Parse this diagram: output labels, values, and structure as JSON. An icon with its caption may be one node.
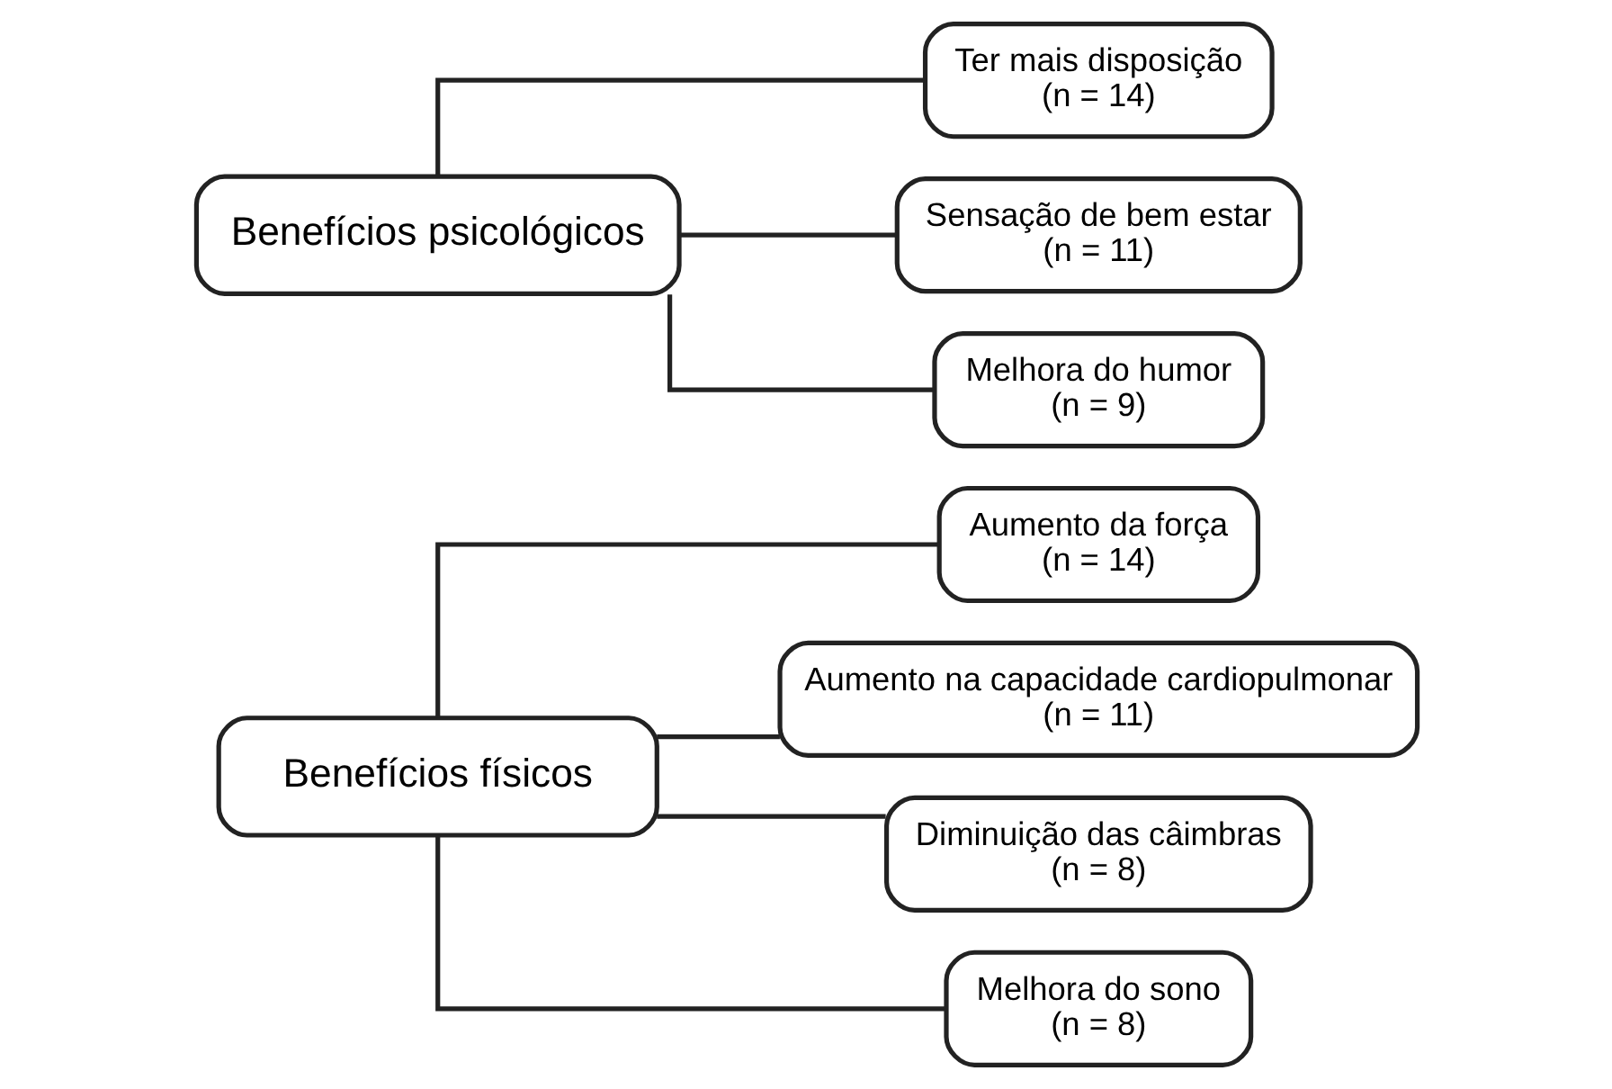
{
  "diagram": {
    "nodes": [
      {
        "text": [
          "Benefícios físicos"
        ]
      },
      {
        "text": [
          "Aumento da força",
          "(n = 14)"
        ]
      },
      {
        "text": [
          "Aumento na capacidade cardiopulmonar",
          "(n = 11)"
        ]
      },
      {
        "text": [
          "Diminuição das câimbras",
          "(n = 8)"
        ]
      },
      {
        "text": [
          "Melhora do sono",
          "(n = 8)"
        ]
      },
      {
        "text": [
          "Benefícios psicológicos"
        ]
      },
      {
        "text": [
          "Ter mais disposição",
          "(n = 14)"
        ]
      },
      {
        "text": [
          "Sensação de bem estar",
          "(n = 11)"
        ]
      },
      {
        "text": [
          "Melhora do humor",
          "(n = 9)"
        ]
      }
    ],
    "edges": [
      {
        "from": 0,
        "to": 1,
        "arrow": "none"
      },
      {
        "from": 0,
        "to": 2,
        "arrow": "none"
      },
      {
        "from": 0,
        "to": 3,
        "arrow": "none"
      },
      {
        "from": 0,
        "to": 4,
        "arrow": "none"
      },
      {
        "from": 5,
        "to": 6,
        "arrow": "none"
      },
      {
        "from": 5,
        "to": 7,
        "arrow": "none"
      },
      {
        "from": 5,
        "to": 8,
        "arrow": "none"
      }
    ]
  }
}
